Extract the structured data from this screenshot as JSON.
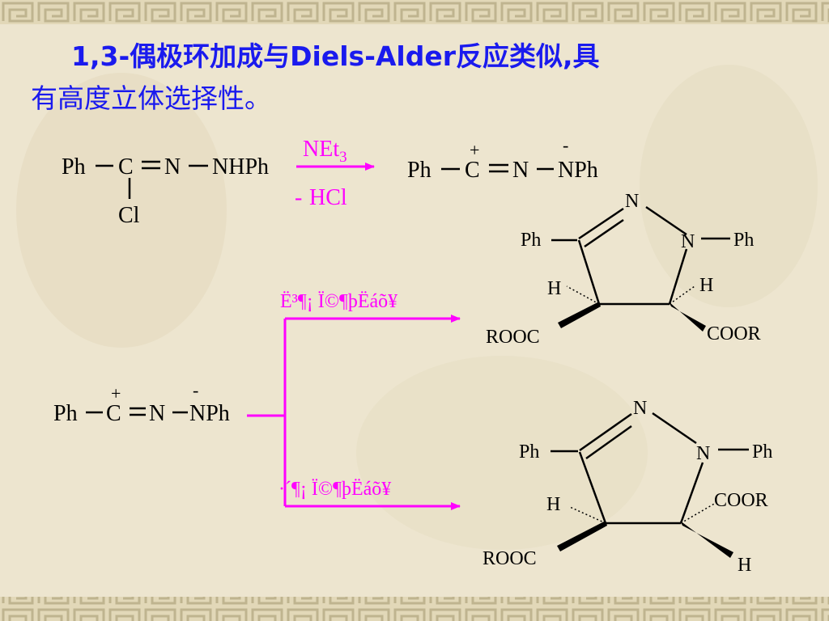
{
  "slide": {
    "heading_line1": "1,3-偶极环加成与Diels-Alder反应类似,具",
    "heading_line2": "有高度立体选择性。",
    "colors": {
      "heading": "#1a1aee",
      "reagent": "#ff00ff",
      "text": "#000000",
      "background": "#ede5cf",
      "border": "#cfc6a4"
    }
  },
  "reaction1": {
    "reactant": {
      "ph": "Ph",
      "c": "C",
      "n1": "N",
      "nhph": "NHPh",
      "cl": "Cl"
    },
    "reagent_top": "NEt",
    "reagent_top_sub": "3",
    "reagent_bottom": "HCl",
    "minus_sign": "-",
    "product": {
      "ph": "Ph",
      "c": "C",
      "n1": "N",
      "nph": "NPh",
      "plus": "+",
      "minus": "-"
    }
  },
  "reaction2": {
    "dipole": {
      "ph": "Ph",
      "c": "C",
      "n1": "N",
      "nph": "NPh",
      "plus": "+",
      "minus": "-"
    },
    "branch_top_label": "Ë³¶¡ Ï©¶þËáõ¥",
    "branch_bottom_label": "·´¶¡ Ï©¶þËáõ¥",
    "product_cis": {
      "n_top": "N",
      "n_right": "N",
      "ph_left": "Ph",
      "ph_right": "Ph",
      "h_left": "H",
      "h_right": "H",
      "ester_left": "ROOC",
      "ester_right": "COOR"
    },
    "product_trans": {
      "n_top": "N",
      "n_right": "N",
      "ph_left": "Ph",
      "ph_right": "Ph",
      "h_left": "H",
      "ester_right": "COOR",
      "ester_left": "ROOC",
      "h_bottom": "H"
    }
  }
}
